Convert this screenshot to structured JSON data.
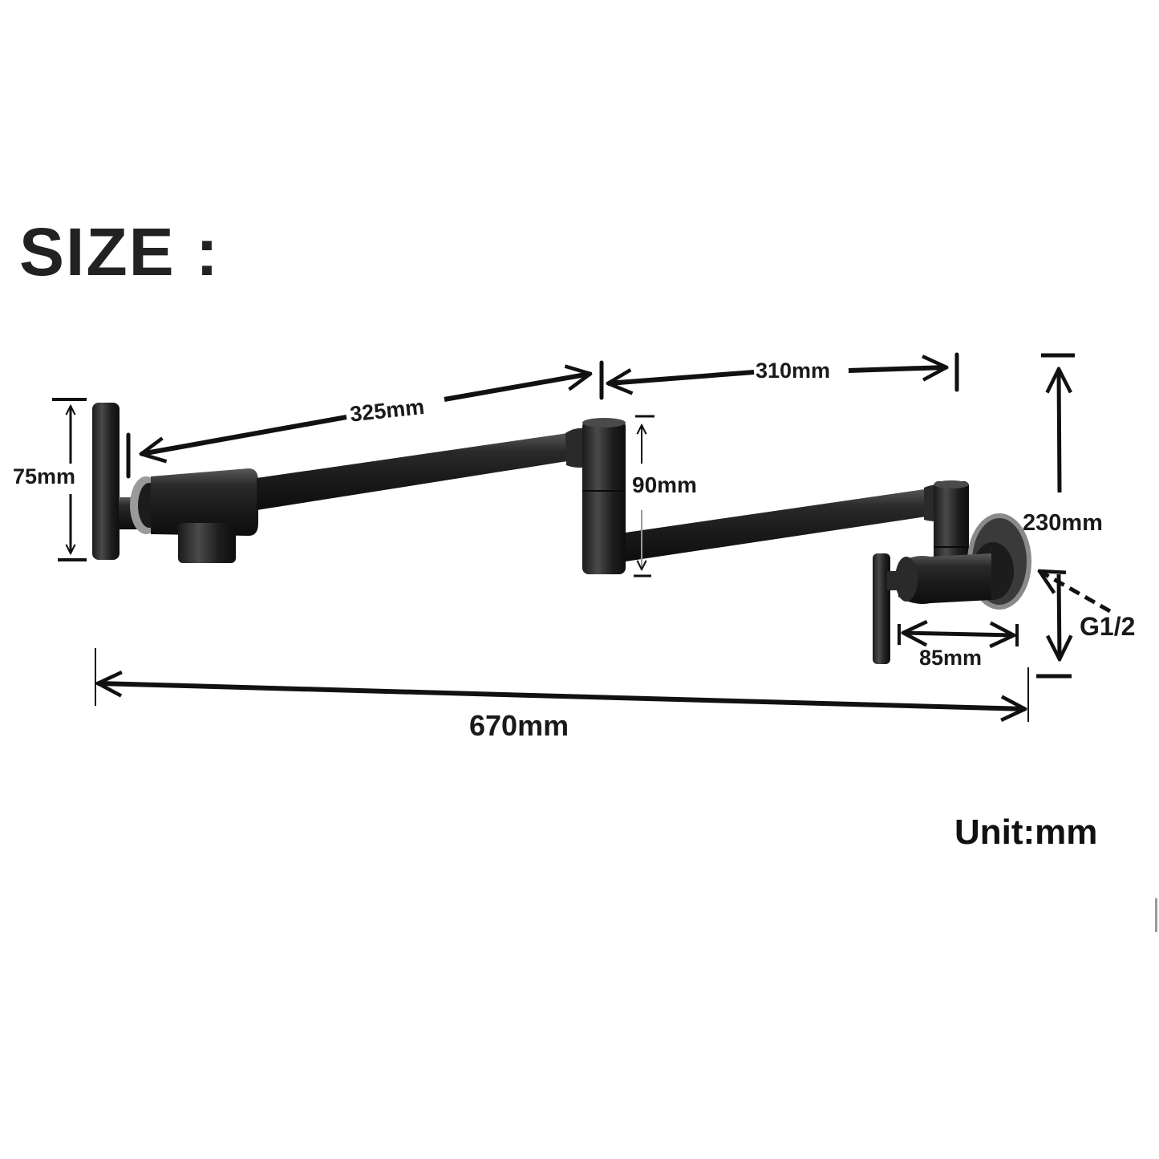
{
  "title": "SIZE :",
  "unit_label": "Unit:mm",
  "colors": {
    "background": "#ffffff",
    "text": "#1a1a1a",
    "faucet_dark": "#1c1c1c",
    "faucet_mid": "#3a3a3a",
    "faucet_highlight": "#6a6a6a",
    "flange_ring": "#8a8a8a"
  },
  "dimensions": {
    "handle_height": "75mm",
    "arm1_length": "325mm",
    "arm2_length": "310mm",
    "joint_drop": "90mm",
    "total_height": "230mm",
    "valve_depth": "85mm",
    "inlet_thread": "G1/2",
    "total_length": "670mm"
  },
  "icons": {
    "arrow": "arrowhead-open-v",
    "tick": "end-tick-bar"
  }
}
